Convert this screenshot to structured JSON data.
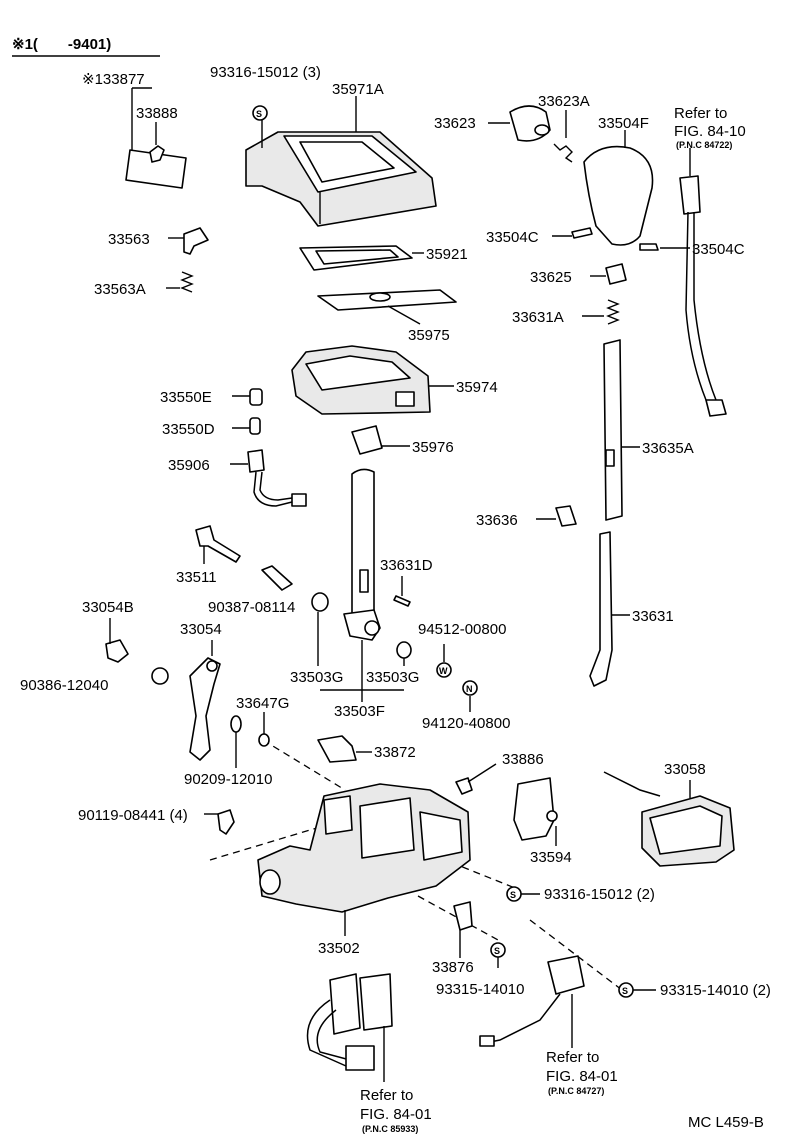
{
  "header": {
    "note": "※1(　　-9401)"
  },
  "footer": {
    "code": "MC L459-B"
  },
  "labels": {
    "p33877": "※133877",
    "p33888": "33888",
    "p93316_15012_3": "93316-15012 (3)",
    "p35971A": "35971A",
    "p33623": "33623",
    "p33623A": "33623A",
    "p33504F": "33504F",
    "p33563": "33563",
    "p33563A": "33563A",
    "p35921": "35921",
    "p33504C_a": "33504C",
    "p33504C_b": "33504C",
    "p33625": "33625",
    "p33631A": "33631A",
    "p35975": "35975",
    "p33550E": "33550E",
    "p35974": "35974",
    "p33550D": "33550D",
    "p35906": "35906",
    "p35976": "35976",
    "p33635A": "33635A",
    "p33636": "33636",
    "p33511": "33511",
    "p33631D": "33631D",
    "p90387_08114": "90387-08114",
    "p33054B": "33054B",
    "p33054": "33054",
    "p94512_00800": "94512-00800",
    "p33631": "33631",
    "p90386_12040": "90386-12040",
    "p33503G_a": "33503G",
    "p33503G_b": "33503G",
    "p33503F": "33503F",
    "p94120_40800": "94120-40800",
    "p33647G": "33647G",
    "p33872": "33872",
    "p90209_12010": "90209-12010",
    "p33886": "33886",
    "p33058": "33058",
    "p90119_08441_4": "90119-08441 (4)",
    "p33594": "33594",
    "p93316_15012_2": "93316-15012 (2)",
    "p33502": "33502",
    "p33876": "33876",
    "p93315_14010": "93315-14010",
    "p93315_14010_2": "93315-14010 (2)"
  },
  "markers": {
    "s": "S",
    "w": "W",
    "n": "N"
  },
  "refs": [
    {
      "line1": "Refer to",
      "line2": "FIG. 84-10",
      "pnc": "(P.N.C 84722)"
    },
    {
      "line1": "Refer to",
      "line2": "FIG. 84-01",
      "pnc": "(P.N.C 84727)"
    },
    {
      "line1": "Refer to",
      "line2": "FIG. 84-01",
      "pnc": "(P.N.C 85933)"
    }
  ]
}
